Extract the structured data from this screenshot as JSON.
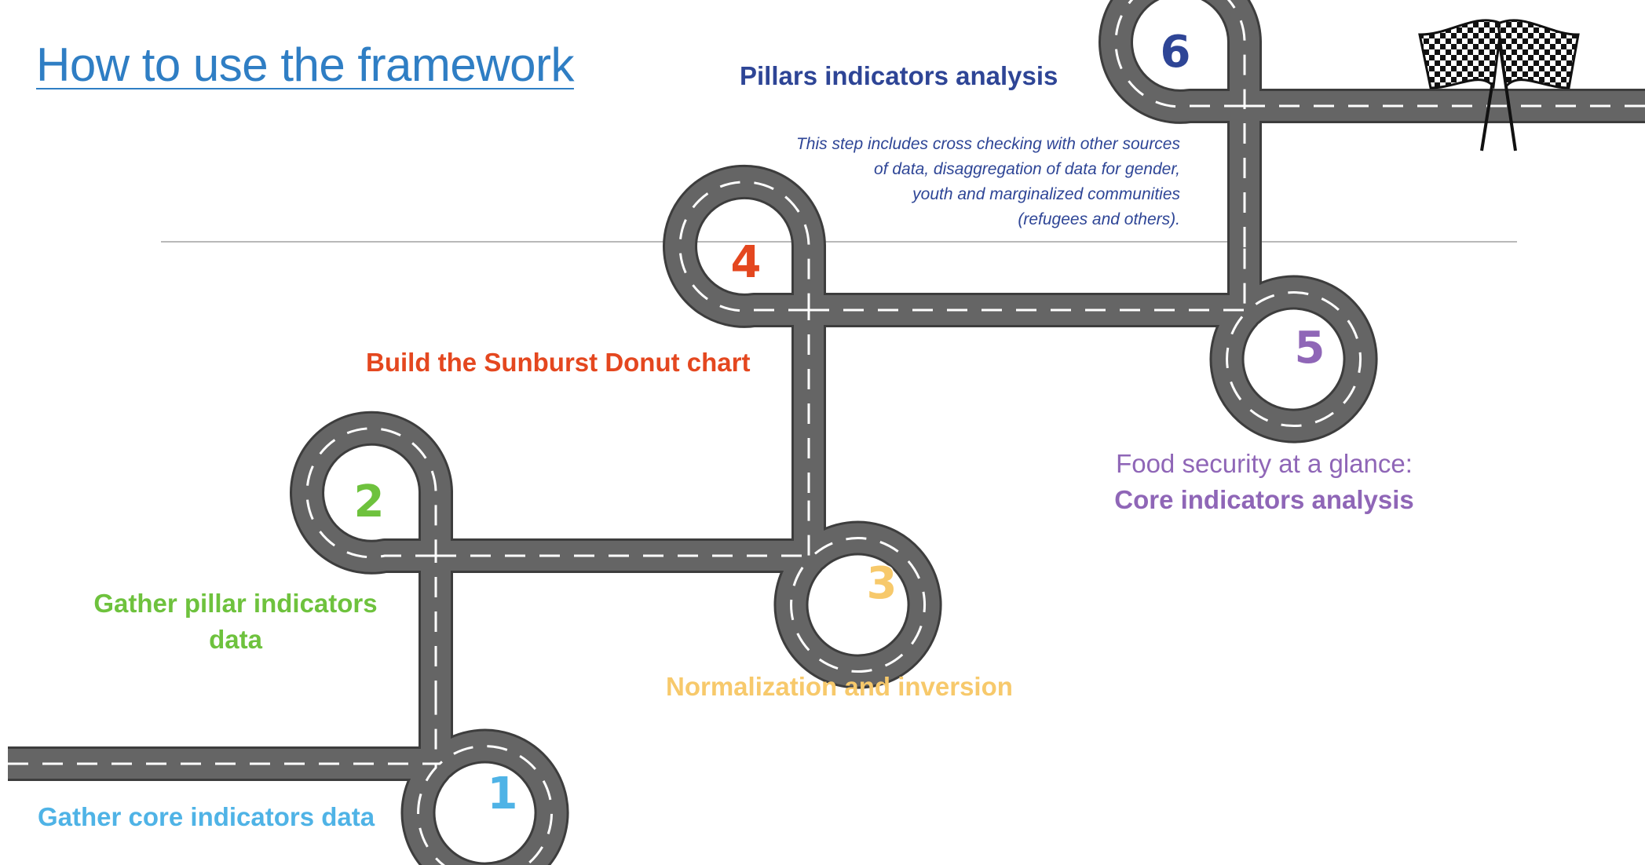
{
  "title": "How to use the framework",
  "steps": [
    {
      "number": "1",
      "label": "Gather core indicators data",
      "color": "#4fb3e6"
    },
    {
      "number": "2",
      "label": "Gather pillar indicators data",
      "label_line1": "Gather pillar indicators",
      "label_line2": "data",
      "color": "#6ec23d"
    },
    {
      "number": "3",
      "label": "Normalization and inversion",
      "color": "#f7c96b"
    },
    {
      "number": "4",
      "label": "Build the Sunburst Donut chart",
      "color": "#e4471f"
    },
    {
      "number": "5",
      "label_line1": "Food security at a glance:",
      "label_line2": "Core indicators analysis",
      "color": "#8f66b7"
    },
    {
      "number": "6",
      "label": "Pillars indicators analysis",
      "color": "#2e4596"
    }
  ],
  "note": {
    "line1": "This step includes cross checking with other sources",
    "line2": "of data, disaggregation of data for gender,",
    "line3": "youth and marginalized communities",
    "line4": "(refugees and others)."
  },
  "road": {
    "asphalt": "#656565",
    "edge": "#3d3d3d",
    "marking": "#ffffff"
  },
  "finish_icon": "checkered-flags-icon"
}
